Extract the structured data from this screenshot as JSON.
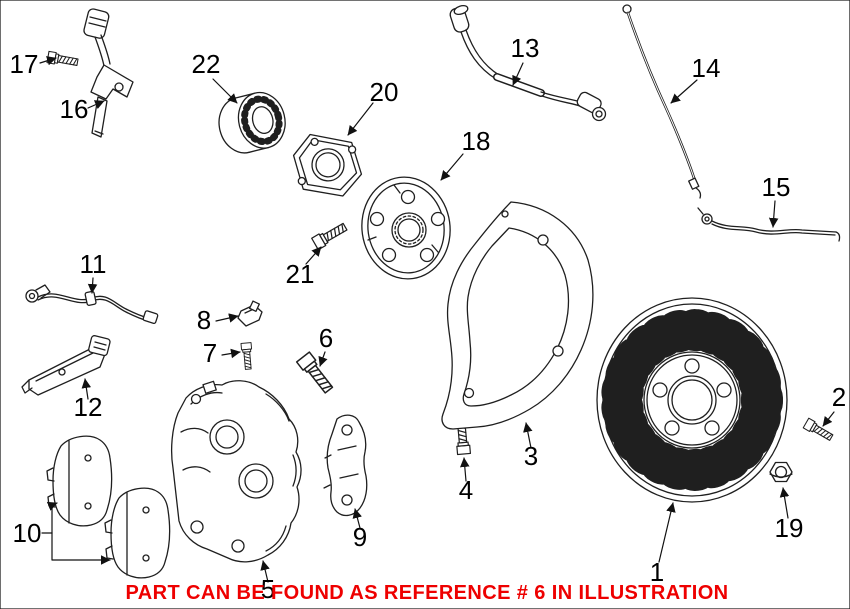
{
  "caption": {
    "text": "PART CAN BE FOUND AS REFERENCE # 6 IN ILLUSTRATION",
    "color": "#ee0000"
  },
  "callouts": [
    "1",
    "2",
    "3",
    "4",
    "5",
    "6",
    "7",
    "8",
    "9",
    "10",
    "11",
    "12",
    "13",
    "14",
    "15",
    "16",
    "17",
    "18",
    "19",
    "20",
    "21",
    "22"
  ],
  "colors": {
    "line": "#1f1f1f",
    "background": "#ffffff"
  }
}
